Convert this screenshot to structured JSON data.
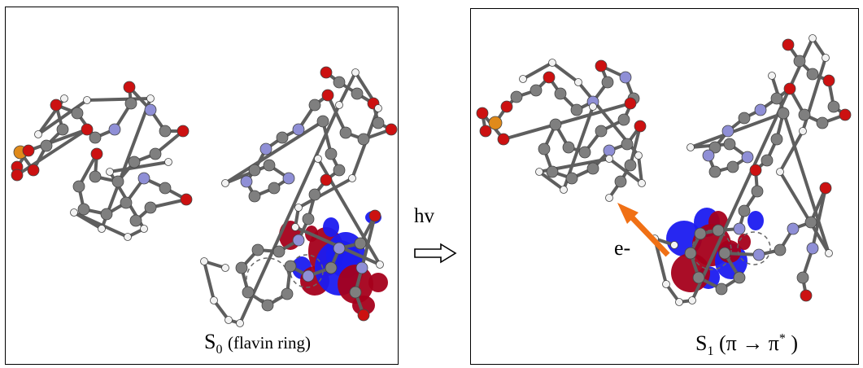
{
  "left_panel": {
    "caption_main": "S",
    "caption_sub": "0",
    "caption_note": "(flavin ring)"
  },
  "right_panel": {
    "caption_main": "S",
    "caption_sub": "1",
    "caption_open": "(π ",
    "caption_arrow": "→",
    "caption_pi": " π",
    "caption_sup": "*",
    "caption_close": " )",
    "electron_label": "e-"
  },
  "transition": {
    "label": "hv"
  },
  "colors": {
    "carbon": "#7f7f7f",
    "oxygen": "#cc1111",
    "nitrogen": "#8f8fd6",
    "hydrogen": "#f2f2f2",
    "phosphorus": "#e08a1a",
    "orbital_red": "#a5001b",
    "orbital_blue": "#1b1bf0",
    "electron_arrow": "#f07015"
  }
}
